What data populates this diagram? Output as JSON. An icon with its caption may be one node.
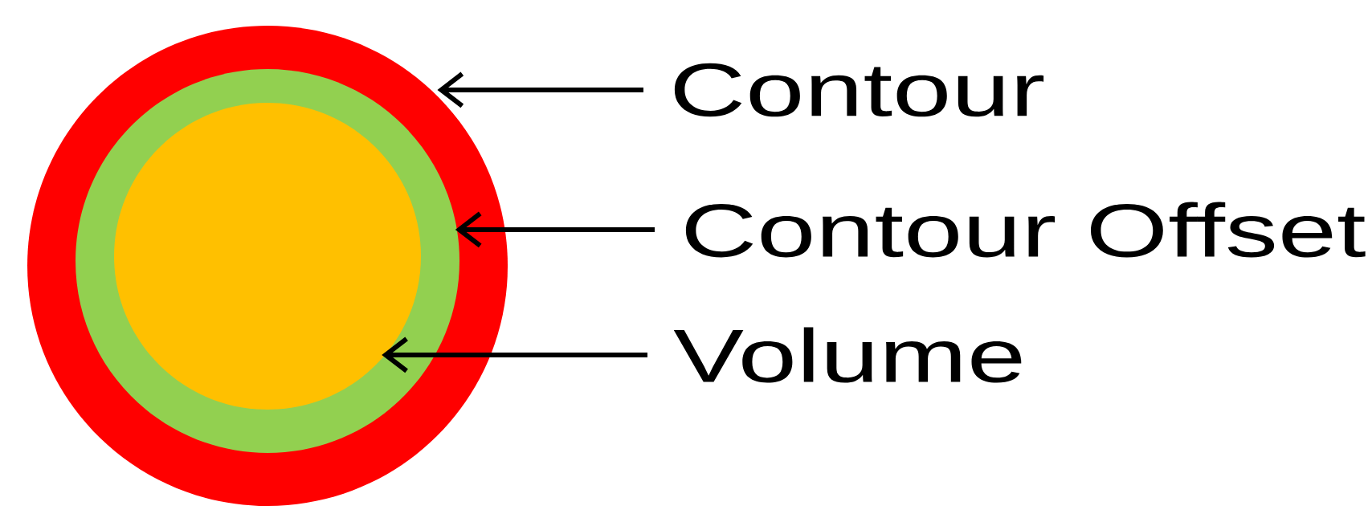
{
  "diagram": {
    "nodes": [
      {
        "text": [],
        "shape": "circle"
      },
      {
        "text": [],
        "shape": "circle",
        "in": 0
      },
      {
        "text": [],
        "shape": "circle",
        "in": 1
      },
      {
        "text": [
          "Contour"
        ]
      },
      {
        "text": [
          "Contour Offset"
        ]
      },
      {
        "text": [
          "Volume"
        ]
      }
    ],
    "edges": [
      {
        "from": 3,
        "to": 0,
        "arrow": "to"
      },
      {
        "from": 4,
        "to": 1,
        "arrow": "to"
      },
      {
        "from": 5,
        "to": 2,
        "arrow": "to"
      }
    ]
  }
}
